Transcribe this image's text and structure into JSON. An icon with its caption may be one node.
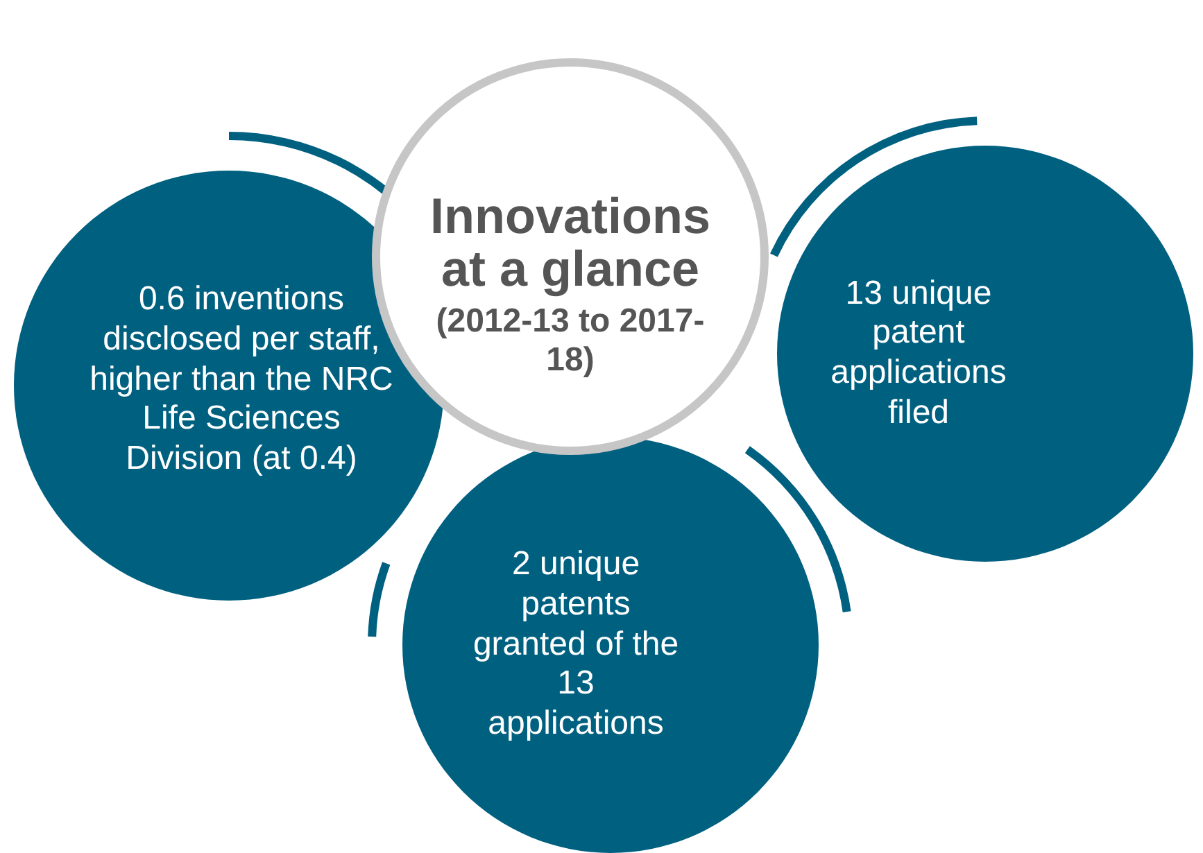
{
  "diagram": {
    "nodes": [
      {
        "text": [
          "Innovations at a glance",
          "(2012-13 to 2017-18)"
        ]
      },
      {
        "text": [
          "0.6 inventions disclosed per staff, higher than the NRC Life Sciences Division (at 0.4)"
        ]
      },
      {
        "text": [
          "13 unique patent applications filed"
        ]
      },
      {
        "text": [
          "2 unique patents granted of the 13 applications"
        ]
      }
    ]
  }
}
